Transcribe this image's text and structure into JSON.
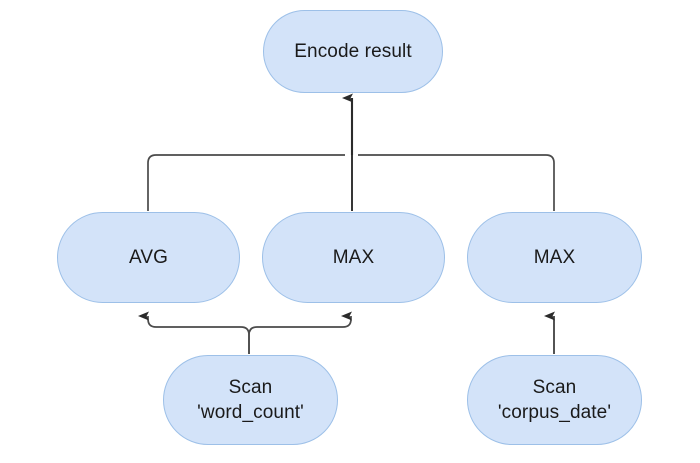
{
  "diagram": {
    "type": "query-plan-tree",
    "background_color": "#ffffff",
    "node_fill_color": "#d3e3f9",
    "node_border_color": "#9dc0e8",
    "edge_color": "#404040",
    "text_color": "#1a1a1a",
    "nodes": [
      {
        "id": "encode-result",
        "label": "Encode result"
      },
      {
        "id": "avg",
        "label": "AVG"
      },
      {
        "id": "max-word-count",
        "label": "MAX"
      },
      {
        "id": "max-corpus-date",
        "label": "MAX"
      },
      {
        "id": "scan-word-count",
        "label": "Scan\n'word_count'"
      },
      {
        "id": "scan-corpus-date",
        "label": "Scan\n'corpus_date'"
      }
    ],
    "edges": [
      {
        "from": "avg",
        "to": "encode-result"
      },
      {
        "from": "max-word-count",
        "to": "encode-result"
      },
      {
        "from": "max-corpus-date",
        "to": "encode-result"
      },
      {
        "from": "scan-word-count",
        "to": "avg"
      },
      {
        "from": "scan-word-count",
        "to": "max-word-count"
      },
      {
        "from": "scan-corpus-date",
        "to": "max-corpus-date"
      }
    ]
  }
}
